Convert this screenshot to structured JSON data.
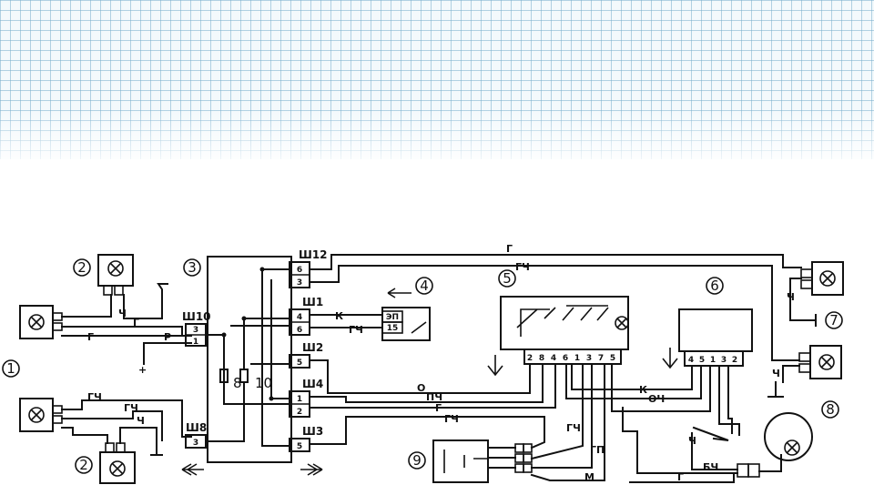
{
  "callouts": [
    "1",
    "2",
    "2",
    "3",
    "4",
    "5",
    "6",
    "7",
    "8",
    "9"
  ],
  "connectors": {
    "sh12": "Ш12",
    "sh1": "Ш1",
    "sh2": "Ш2",
    "sh4": "Ш4",
    "sh3": "Ш3",
    "sh10": "Ш10",
    "sh8": "Ш8"
  },
  "block_pins": {
    "sh12": [
      "6",
      "3"
    ],
    "sh1": [
      "4",
      "6"
    ],
    "sh2": [
      "5"
    ],
    "sh4": [
      "1",
      "2"
    ],
    "sh3": [
      "5"
    ],
    "sh10": [
      "3",
      "1"
    ],
    "sh8": [
      "3"
    ]
  },
  "fuses": [
    "8",
    "10"
  ],
  "relay_pins": [
    "ЭП",
    "15"
  ],
  "switch5_pins": [
    "2",
    "8",
    "4",
    "6",
    "1",
    "3",
    "7",
    "5"
  ],
  "switch6_pins": [
    "4",
    "5",
    "1",
    "3",
    "2"
  ],
  "wire_labels": {
    "g": "Г",
    "gch": "ГЧ",
    "ch": "Ч",
    "r": "Р",
    "k": "К",
    "o": "О",
    "pch": "ПЧ",
    "och": "ОЧ",
    "gp": "ГП",
    "m": "М",
    "bch": "БЧ"
  },
  "plus_sign": "+"
}
